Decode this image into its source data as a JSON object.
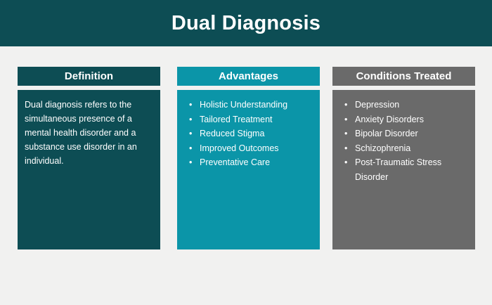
{
  "title": "Dual Diagnosis",
  "colors": {
    "background": "#f1f1f0",
    "dark_teal": "#0d4d54",
    "teal": "#0b95a8",
    "gray": "#6a6a6a",
    "text": "#ffffff"
  },
  "columns": [
    {
      "header": "Definition",
      "type": "paragraph",
      "paragraph": "Dual diagnosis refers to the simultaneous presence of a mental health disorder and a substance use disorder in an individual.",
      "theme": "dark_teal"
    },
    {
      "header": "Advantages",
      "type": "bullets",
      "bullets": [
        "Holistic Understanding",
        "Tailored Treatment",
        "Reduced Stigma",
        "Improved Outcomes",
        "Preventative Care"
      ],
      "theme": "teal"
    },
    {
      "header": "Conditions Treated",
      "type": "bullets",
      "bullets": [
        "Depression",
        "Anxiety Disorders",
        "Bipolar Disorder",
        "Schizophrenia",
        "Post-Traumatic Stress Disorder"
      ],
      "theme": "gray"
    }
  ],
  "bullet_glyph": "•"
}
